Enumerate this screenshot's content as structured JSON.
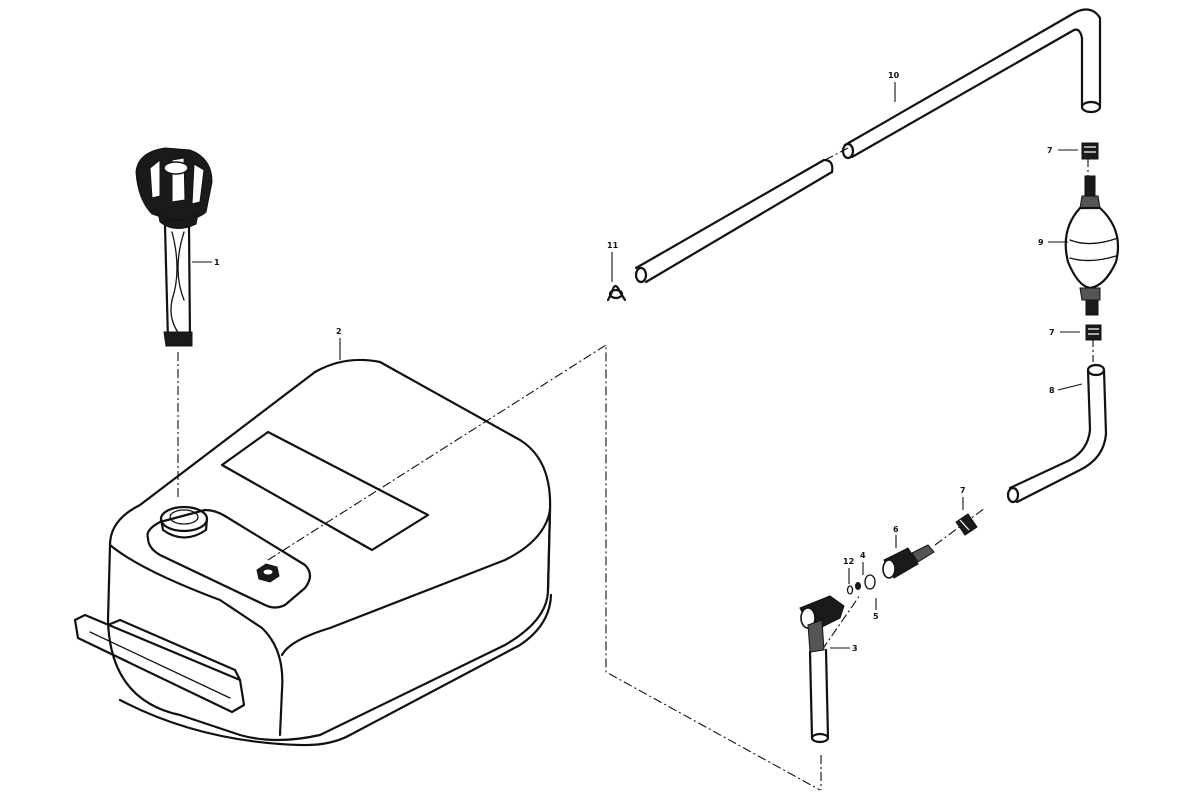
{
  "callouts": {
    "c1": "1",
    "c2": "2",
    "c3": "3",
    "c4": "4",
    "c5": "5",
    "c6": "6",
    "c7a": "7",
    "c7b": "7",
    "c7c": "7",
    "c8": "8",
    "c9": "9",
    "c10": "10",
    "c11": "11",
    "c12": "12"
  }
}
